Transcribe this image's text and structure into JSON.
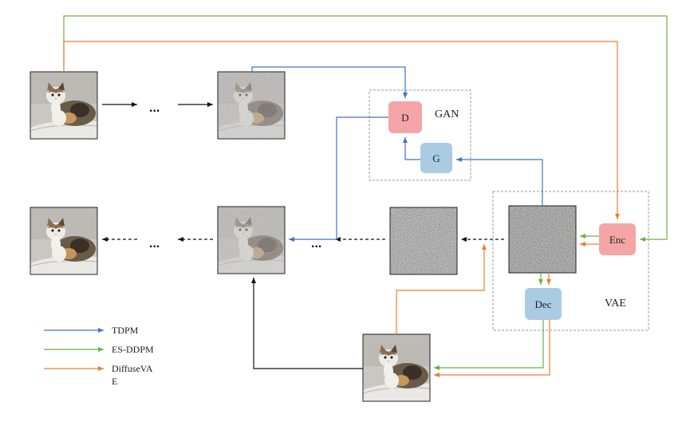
{
  "groups": {
    "gan": "GAN",
    "vae": "VAE"
  },
  "modules": {
    "discriminator": "D",
    "generator": "G",
    "encoder": "Enc",
    "decoder": "Dec"
  },
  "ellipsis": "...",
  "legend": {
    "tdpm": "TDPM",
    "es_ddpm": "ES-DDPM",
    "diffusevae_line1": "DiffuseVA",
    "diffusevae_line2": "E"
  },
  "colors": {
    "tdpm": "#4472c4",
    "es_ddpm": "#70ad47",
    "diffusevae": "#ed7d31",
    "disc_fill": "#f4a6a6",
    "gen_fill": "#a9cce3",
    "enc_fill": "#f4a6a6",
    "dec_fill": "#a9cce3"
  },
  "images": [
    "clean-cat",
    "noisy-cat",
    "pure-noise",
    "reconstructed-cat"
  ]
}
